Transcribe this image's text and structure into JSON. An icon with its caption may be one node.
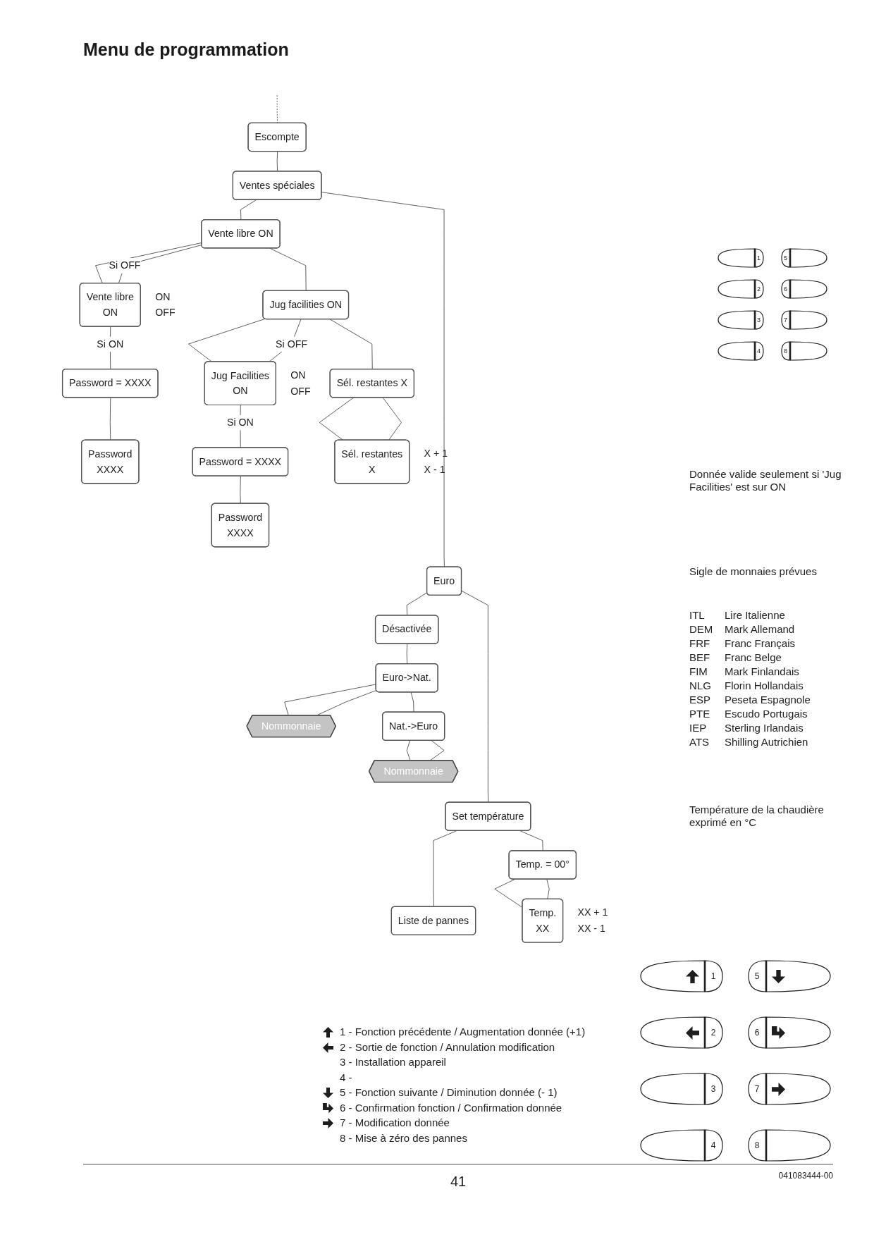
{
  "diagram": {
    "title": "Menu de programmation",
    "nodes": [
      {
        "text": [
          "Escompte"
        ]
      },
      {
        "text": [
          "Ventes spéciales"
        ]
      },
      {
        "text": [
          "Vente libre ON"
        ]
      },
      {
        "text": [
          "Vente libre",
          "ON"
        ],
        "beside": [
          "ON",
          "OFF"
        ]
      },
      {
        "text": [
          "Password = XXXX"
        ]
      },
      {
        "text": [
          "Password",
          "XXXX"
        ]
      },
      {
        "text": [
          "Jug facilities ON"
        ]
      },
      {
        "text": [
          "Jug Facilities",
          "ON"
        ],
        "beside": [
          "ON",
          "OFF"
        ]
      },
      {
        "text": [
          "Password = XXXX"
        ]
      },
      {
        "text": [
          "Password",
          "XXXX"
        ]
      },
      {
        "text": [
          "Sél. restantes X"
        ]
      },
      {
        "text": [
          "Sél. restantes",
          "X"
        ],
        "beside": [
          "X + 1",
          "X - 1"
        ]
      },
      {
        "text": [
          "Euro"
        ]
      },
      {
        "text": [
          "Désactivée"
        ]
      },
      {
        "text": [
          "Euro->Nat."
        ]
      },
      {
        "text": [
          "Nommonnaie"
        ]
      },
      {
        "text": [
          "Nat.->Euro"
        ]
      },
      {
        "text": [
          "Nommonnaie"
        ]
      },
      {
        "text": [
          "Set température"
        ]
      },
      {
        "text": [
          "Temp. = 00°"
        ]
      },
      {
        "text": [
          "Temp.",
          "XX"
        ],
        "beside": [
          "XX + 1",
          "XX - 1"
        ]
      },
      {
        "text": [
          "Liste de pannes"
        ]
      }
    ],
    "edges": [
      {
        "from": null,
        "to": 0,
        "arrow": "none",
        "style": "dashed"
      },
      {
        "from": 0,
        "to": 1,
        "arrow": "none"
      },
      {
        "from": 1,
        "to": 12,
        "arrow": "none"
      },
      {
        "from": 12,
        "to": 18,
        "arrow": "none"
      },
      {
        "from": 18,
        "to": 21,
        "arrow": "none"
      },
      {
        "from": 1,
        "to": 2,
        "arrow": "none"
      },
      {
        "from": 2,
        "to": 3,
        "arrow": "none"
      },
      {
        "from": 3,
        "to": 4,
        "arrow": "none",
        "label": "Si ON"
      },
      {
        "from": 4,
        "to": 5,
        "arrow": "none"
      },
      {
        "from": 3,
        "to": 2,
        "arrow": "none",
        "label": "Si OFF"
      },
      {
        "from": 2,
        "to": 6,
        "arrow": "none"
      },
      {
        "from": 6,
        "to": 7,
        "arrow": "none"
      },
      {
        "from": 7,
        "to": 8,
        "arrow": "none",
        "label": "Si ON"
      },
      {
        "from": 8,
        "to": 9,
        "arrow": "none"
      },
      {
        "from": 7,
        "to": 6,
        "arrow": "none",
        "label": "Si OFF"
      },
      {
        "from": 6,
        "to": 10,
        "arrow": "none"
      },
      {
        "from": 10,
        "to": 11,
        "arrow": "none"
      },
      {
        "from": 11,
        "to": 10,
        "arrow": "none"
      },
      {
        "from": 12,
        "to": 13,
        "arrow": "none"
      },
      {
        "from": 13,
        "to": 14,
        "arrow": "none"
      },
      {
        "from": 14,
        "to": 15,
        "arrow": "none"
      },
      {
        "from": 15,
        "to": 14,
        "arrow": "none"
      },
      {
        "from": 14,
        "to": 16,
        "arrow": "none"
      },
      {
        "from": 16,
        "to": 17,
        "arrow": "none"
      },
      {
        "from": 17,
        "to": 16,
        "arrow": "none"
      },
      {
        "from": 18,
        "to": 19,
        "arrow": "none"
      },
      {
        "from": 19,
        "to": 20,
        "arrow": "none"
      },
      {
        "from": 20,
        "to": 19,
        "arrow": "none"
      }
    ],
    "labels": [
      "1",
      "5",
      "2",
      "6",
      "3",
      "7",
      "4",
      "8",
      "Donnée valide seulement si 'Jug Facilities' est sur ON",
      "Sigle de monnaies prévues",
      "ITL",
      "Lire Italienne",
      "DEM",
      "Mark Allemand",
      "FRF",
      "Franc Français",
      "BEF",
      "Franc Belge",
      "FIM",
      "Mark Finlandais",
      "NLG",
      "Florin Hollandais",
      "ESP",
      "Peseta Espagnole",
      "PTE",
      "Escudo Portugais",
      "IEP",
      "Sterling Irlandais",
      "ATS",
      "Shilling Autrichien",
      "Température de la chaudière exprimé en °C",
      "1",
      "5",
      "2",
      "6",
      "3",
      "7",
      "4",
      "8",
      "41",
      "041083444-00"
    ],
    "legend": [
      {
        "text": "1 - Fonction précédente / Augmentation donnée (+1)"
      },
      {
        "text": "2 - Sortie de fonction / Annulation modification"
      },
      {
        "text": "3 - Installation appareil"
      },
      {
        "text": "4 -"
      },
      {
        "text": "5 - Fonction suivante / Diminution donnée (- 1)"
      },
      {
        "text": "6 - Confirmation fonction / Confirmation donnée"
      },
      {
        "text": "7 - Modification donnée"
      },
      {
        "text": "8 - Mise à zéro des pannes"
      }
    ]
  }
}
